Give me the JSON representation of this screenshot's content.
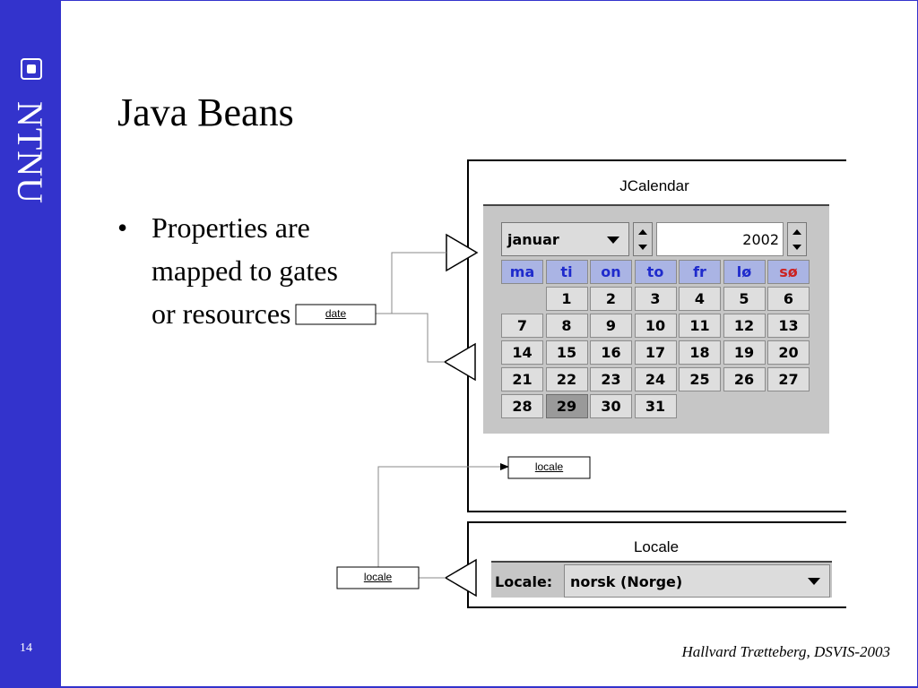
{
  "sidebar": {
    "logo_text": "NTNU",
    "page_number": "14"
  },
  "slide": {
    "title": "Java Beans",
    "bullets": [
      "Properties are mapped to gates or resources"
    ],
    "footer": "Hallvard Trætteberg, DSVIS-2003"
  },
  "diagram": {
    "jcalendar_title": "JCalendar",
    "locale_title": "Locale",
    "date_label": "date",
    "locale_label_inner": "locale",
    "locale_label_outer": "locale"
  },
  "calendar": {
    "month": "januar",
    "year": "2002",
    "weekdays": [
      "ma",
      "ti",
      "on",
      "to",
      "fr",
      "lø",
      "sø"
    ],
    "days": [
      "",
      "1",
      "2",
      "3",
      "4",
      "5",
      "6",
      "7",
      "8",
      "9",
      "10",
      "11",
      "12",
      "13",
      "14",
      "15",
      "16",
      "17",
      "18",
      "19",
      "20",
      "21",
      "22",
      "23",
      "24",
      "25",
      "26",
      "27",
      "28",
      "29",
      "30",
      "31"
    ],
    "selected_day": "29"
  },
  "locale_widget": {
    "label": "Locale:",
    "value": "norsk (Norge)"
  },
  "colors": {
    "sidebar": "#3333cc",
    "header_cell": "#aab4e4",
    "weekday_text": "#1f2bcc",
    "sunday_text": "#cc2222"
  }
}
